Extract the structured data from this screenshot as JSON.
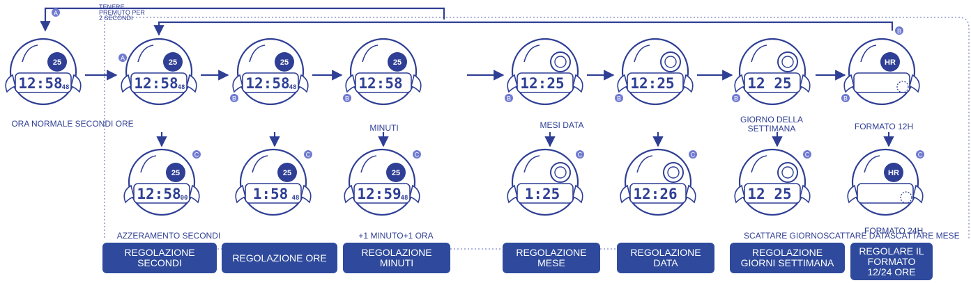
{
  "colors": {
    "ink": "#2f3f95",
    "accent": "#2f4a9c",
    "fill": "#ffffff"
  },
  "note": "TENERE\nPREMUTO PER\n2 SECONDI",
  "top_row": [
    {
      "time": "12:58",
      "subtime": "48",
      "top": "25",
      "mode": "time",
      "side": ""
    },
    {
      "time": "12:58",
      "subtime": "48",
      "top": "25",
      "mode": "time",
      "side": "A"
    },
    {
      "time": "12:58",
      "subtime": "48",
      "top": "25",
      "mode": "time",
      "side": "B"
    },
    {
      "time": "12:58",
      "subtime": "",
      "top": "25",
      "mode": "time",
      "side": "B"
    },
    {
      "time": "12:25",
      "subtime": "",
      "top": "",
      "mode": "date",
      "side": "B"
    },
    {
      "time": "12:25",
      "subtime": "",
      "top": "",
      "mode": "date",
      "side": "B"
    },
    {
      "time": "12 25",
      "subtime": "",
      "top": "",
      "mode": "date",
      "side": "B"
    },
    {
      "time": "",
      "subtime": "",
      "top": "HR",
      "mode": "fmt",
      "side": "B"
    }
  ],
  "bottom_row": [
    {
      "time": "12:58",
      "subtime": "00",
      "top": "25",
      "mode": "time",
      "side": "C"
    },
    {
      "time": "1:58",
      "subtime": "48",
      "top": "25",
      "mode": "time",
      "side": "C"
    },
    {
      "time": "12:59",
      "subtime": "48",
      "top": "25",
      "mode": "time",
      "side": "C"
    },
    {
      "time": "1:25",
      "subtime": "",
      "top": "",
      "mode": "date",
      "side": "C"
    },
    {
      "time": "12:26",
      "subtime": "",
      "top": "",
      "mode": "date",
      "side": "C"
    },
    {
      "time": "12 25",
      "subtime": "",
      "top": "",
      "mode": "date",
      "side": "C"
    },
    {
      "time": "",
      "subtime": "",
      "top": "HR",
      "mode": "fmt",
      "side": "C"
    }
  ],
  "callouts": [
    {
      "letter": "A"
    },
    {
      "letter": "B"
    }
  ],
  "labels": [
    {
      "text": "ORA NORMALE SECONDI ORE",
      "x": 0
    },
    {
      "text": "MINUTI",
      "x": 0
    },
    {
      "text": "MESI DATA",
      "x": 0
    },
    {
      "text": "GIORNO DELLA\nSETTIMANA",
      "x": 0
    },
    {
      "text": "FORMATO 12H",
      "x": 0
    },
    {
      "text": "AZZERAMENTO SECONDI",
      "x": 0
    },
    {
      "text": "+1 MINUTO+1 ORA",
      "x": 0
    },
    {
      "text": "SCATTARE GIORNOSCATTARE DATASCATTARE MESE",
      "x": 0
    },
    {
      "text": "FORMATO 24H",
      "x": 0
    }
  ],
  "buttons": [
    {
      "text": "REGOLAZIONE\nSECONDI"
    },
    {
      "text": "REGOLAZIONE ORE"
    },
    {
      "text": "REGOLAZIONE\nMINUTI"
    },
    {
      "text": "REGOLAZIONE\nMESE"
    },
    {
      "text": "REGOLAZIONE\nDATA"
    },
    {
      "text": "REGOLAZIONE\nGIORNI SETTIMANA"
    },
    {
      "text": "REGOLARE IL\nFORMATO\n12/24 ORE"
    }
  ]
}
